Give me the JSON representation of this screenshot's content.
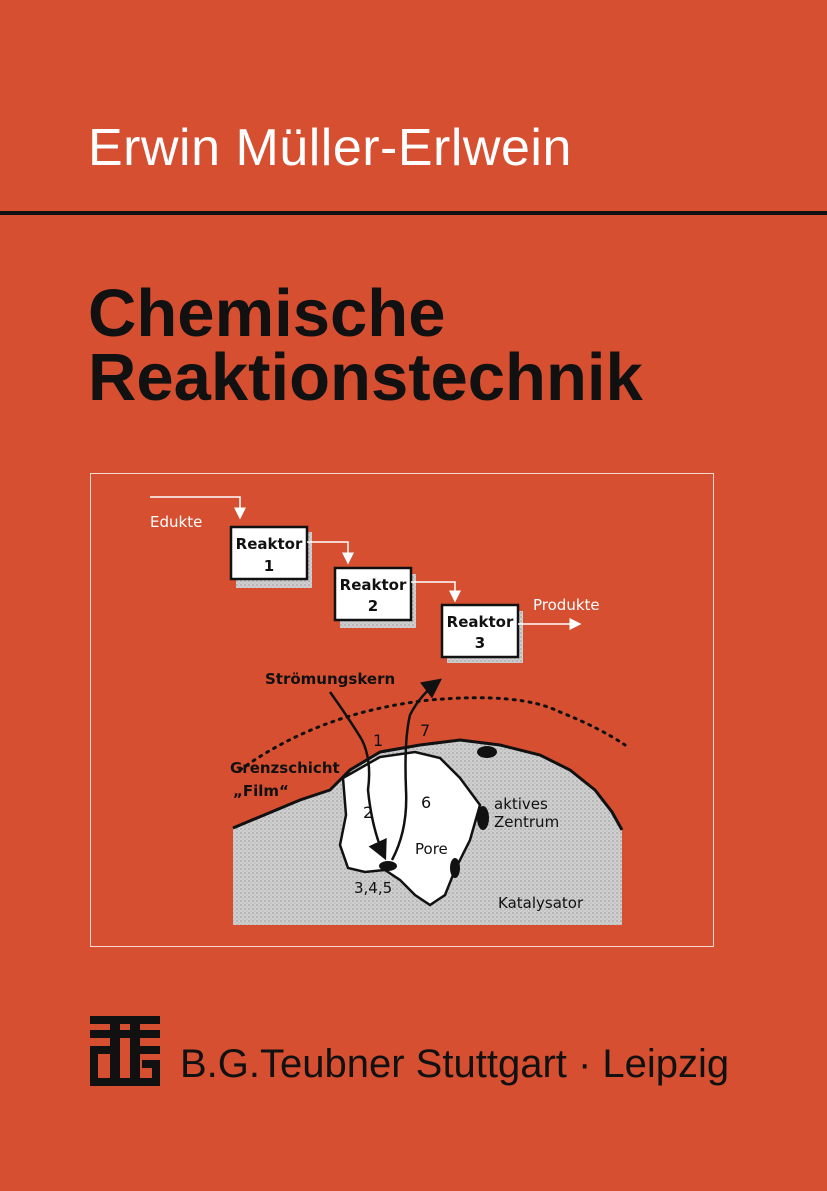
{
  "cover": {
    "author": "Erwin Müller-Erlwein",
    "title_line1": "Chemische",
    "title_line2": "Reaktionstechnik",
    "publisher": "B.G.Teubner Stuttgart · Leipzig"
  },
  "figure": {
    "edukte": "Edukte",
    "reactor_label": "Reaktor",
    "reactor1_num": "1",
    "reactor2_num": "2",
    "reactor3_num": "3",
    "produkte": "Produkte",
    "stroemungskern": "Strömungskern",
    "grenzschicht": "Grenzschicht",
    "film": "„Film“",
    "step1": "1",
    "step2": "2",
    "step345": "3,4,5",
    "step6": "6",
    "step7": "7",
    "pore": "Pore",
    "aktives": "aktives",
    "zentrum": "Zentrum",
    "katalysator": "Katalysator"
  },
  "colors": {
    "background": "#d64f31",
    "ink": "#111111",
    "white": "#ffffff"
  }
}
